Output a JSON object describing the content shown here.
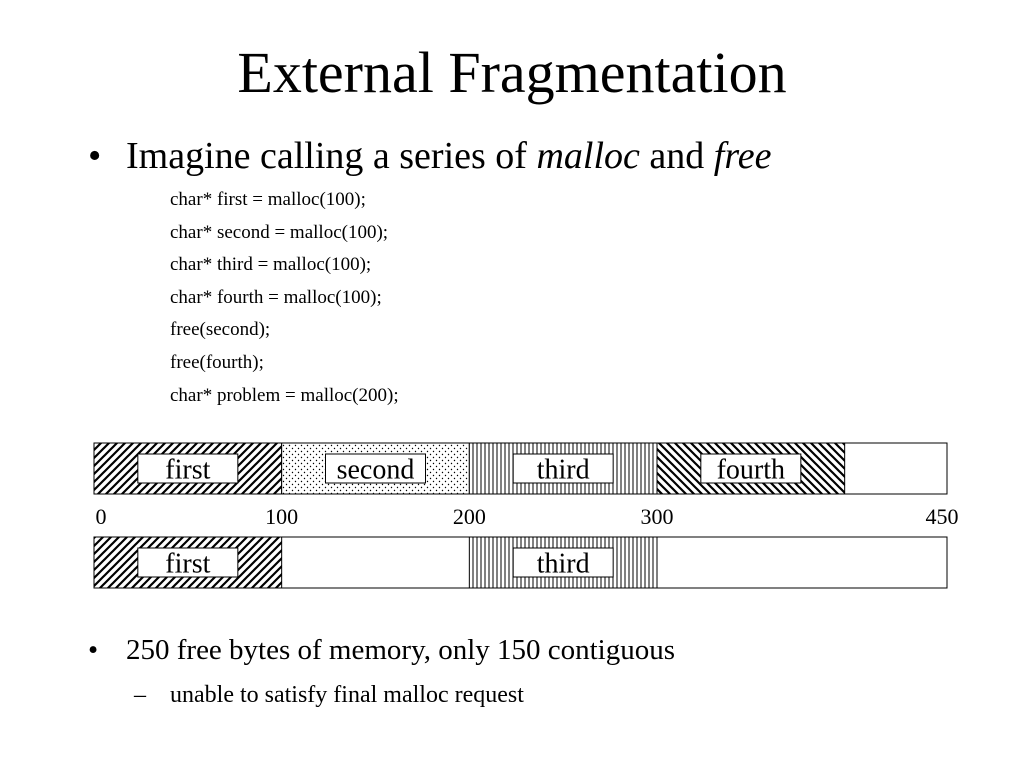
{
  "title": "External Fragmentation",
  "bullet1": {
    "marker": "•",
    "prefix": "Imagine calling a series of",
    "em1": "malloc",
    "mid": "and",
    "em2": "free"
  },
  "code_lines": [
    "char* first = malloc(100);",
    "char* second = malloc(100);",
    "char* third = malloc(100);",
    "char* fourth = malloc(100);",
    "free(second);",
    "free(fourth);",
    "char* problem = malloc(200);"
  ],
  "memory": {
    "total": 450,
    "ticks": [
      "0",
      "100",
      "200",
      "300",
      "450"
    ],
    "before": [
      {
        "label": "first",
        "start": 0,
        "size": 100,
        "pattern": "diag-right"
      },
      {
        "label": "second",
        "start": 100,
        "size": 100,
        "pattern": "dots"
      },
      {
        "label": "third",
        "start": 200,
        "size": 100,
        "pattern": "vertical"
      },
      {
        "label": "fourth",
        "start": 300,
        "size": 100,
        "pattern": "diag-left"
      }
    ],
    "after": [
      {
        "label": "first",
        "start": 0,
        "size": 100,
        "pattern": "diag-right"
      },
      {
        "label": "third",
        "start": 200,
        "size": 100,
        "pattern": "vertical"
      }
    ]
  },
  "bullet2": {
    "marker": "•",
    "text": "250 free bytes of memory, only 150 contiguous"
  },
  "sub": {
    "marker": "–",
    "text": "unable to satisfy final malloc request"
  }
}
